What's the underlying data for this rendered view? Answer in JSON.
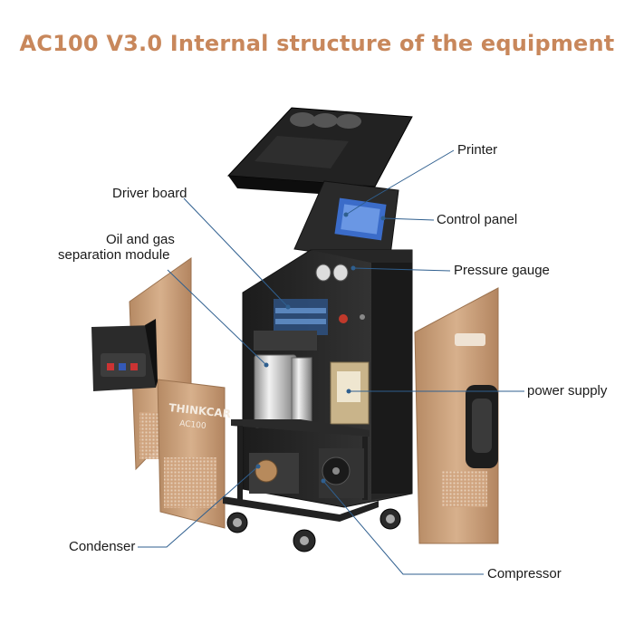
{
  "title": "AC100 V3.0 Internal structure of the equipment",
  "accent_color": "#c8875b",
  "callout_color": "#2f5f8f",
  "brand": {
    "name": "THINKCAR",
    "model": "AC100"
  },
  "labels": {
    "printer": "Printer",
    "driver_board": "Driver board",
    "control_panel": "Control panel",
    "oil_gas_line1": "Oil and gas",
    "oil_gas_line2": "separation module",
    "pressure_gauge": "Pressure gauge",
    "power_supply": "power supply",
    "condenser": "Condenser",
    "compressor": "Compressor"
  }
}
